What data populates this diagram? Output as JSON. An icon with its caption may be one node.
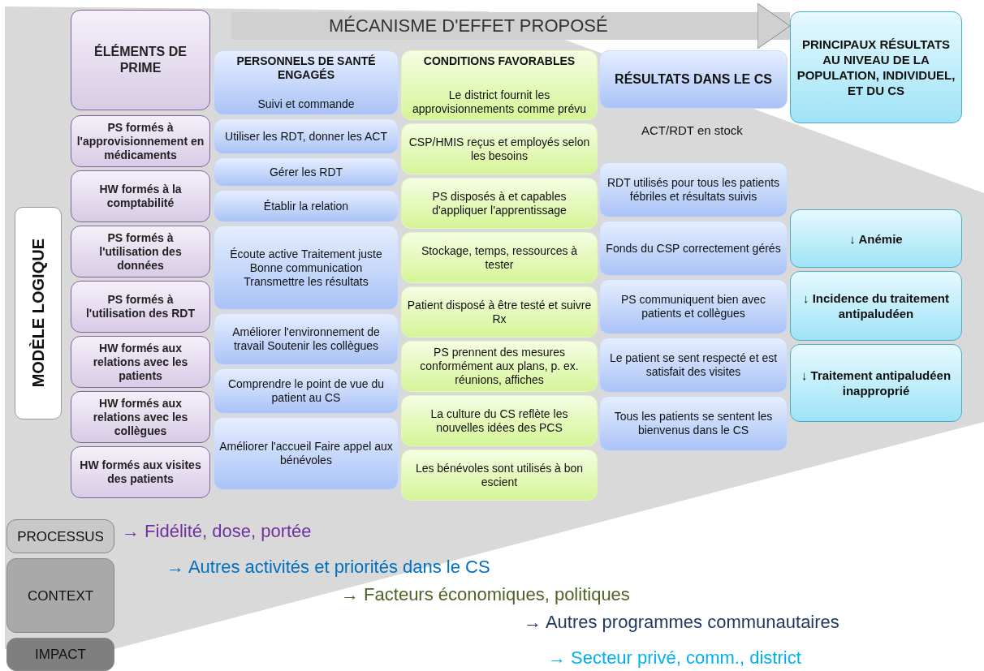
{
  "diagram": {
    "nodes": [
      {
        "text": [
          "MODÈLE LOGIQUE"
        ]
      },
      {
        "text": [
          "ÉLÉMENTS DE PRIME"
        ]
      },
      {
        "text": [
          "PS formés à l'approvisionnement en médicaments"
        ]
      },
      {
        "text": [
          "HW formés à la comptabilité"
        ]
      },
      {
        "text": [
          "PS formés à l'utilisation des données"
        ]
      },
      {
        "text": [
          "PS formés à l'utilisation des RDT"
        ]
      },
      {
        "text": [
          "HW formés aux relations avec les patients"
        ]
      },
      {
        "text": [
          "HW formés aux relations avec les collègues"
        ]
      },
      {
        "text": [
          "HW formés aux visites des patients"
        ]
      },
      {
        "text": [
          "PERSONNELS DE SANTÉ ENGAGÉS",
          "Suivi et commande"
        ]
      },
      {
        "text": [
          "Utiliser les RDT, donner les ACT"
        ]
      },
      {
        "text": [
          "Gérer les RDT"
        ]
      },
      {
        "text": [
          "Établir la relation"
        ]
      },
      {
        "text": [
          "Écoute active Traitement juste Bonne communication Transmettre les résultats"
        ]
      },
      {
        "text": [
          "Améliorer l'environnement de travail Soutenir les collègues"
        ]
      },
      {
        "text": [
          "Comprendre le point de vue du patient au CS"
        ]
      },
      {
        "text": [
          "Améliorer l'accueil Faire appel aux bénévoles"
        ]
      },
      {
        "text": [
          "CONDITIONS FAVORABLES",
          "Le district fournit les approvisionnements comme prévu"
        ]
      },
      {
        "text": [
          "CSP/HMIS reçus et employés selon les besoins"
        ]
      },
      {
        "text": [
          "PS disposés à et capables d'appliquer l'apprentissage"
        ]
      },
      {
        "text": [
          "Stockage, temps, ressources à tester"
        ]
      },
      {
        "text": [
          "Patient disposé à être testé et suivre Rx"
        ]
      },
      {
        "text": [
          "PS prennent des mesures conformément aux plans, p. ex. réunions, affiches"
        ]
      },
      {
        "text": [
          "La culture du CS reflète les nouvelles idées des PCS"
        ]
      },
      {
        "text": [
          "Les bénévoles sont utilisés à bon escient"
        ]
      },
      {
        "text": [
          "RÉSULTATS DANS LE CS"
        ]
      },
      {
        "text": [
          "RDT utilisés pour tous les patients fébriles et résultats suivis"
        ]
      },
      {
        "text": [
          "Fonds du CSP correctement gérés"
        ]
      },
      {
        "text": [
          "PS communiquent bien avec patients et collègues"
        ]
      },
      {
        "text": [
          "Le patient se sent respecté et est satisfait des visites"
        ]
      },
      {
        "text": [
          "Tous les patients se sentent les bienvenus dans le CS"
        ]
      },
      {
        "text": [
          "PRINCIPAUX RÉSULTATS AU NIVEAU DE LA POPULATION, INDIVIDUEL, ET DU CS"
        ]
      },
      {
        "text": [
          "↓ Anémie"
        ]
      },
      {
        "text": [
          "↓ Incidence du traitement antipaludéen"
        ]
      },
      {
        "text": [
          "↓ Traitement antipaludéen inapproprié"
        ]
      },
      {
        "text": [
          "PROCESSUS"
        ]
      },
      {
        "text": [
          "CONTEXT"
        ]
      },
      {
        "text": [
          "IMPACT"
        ]
      }
    ],
    "edges": [
      {
        "from": null,
        "to": 31,
        "arrow": "to",
        "label": "MÉCANISME D'EFFET PROPOSÉ"
      }
    ],
    "labels": [
      "ACT/RDT en stock",
      "→ Fidélité, dose, portée",
      "→ Autres activités et priorités dans le CS",
      "→ Facteurs économiques, politiques",
      "→ Autres programmes communautaires",
      "→ Secteur privé, comm., district"
    ]
  }
}
